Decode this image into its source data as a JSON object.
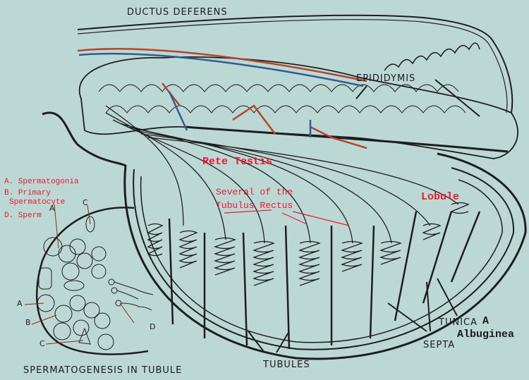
{
  "diagram": {
    "labels": {
      "ductus_deferens": "DUCTUS DEFERENS",
      "epididymis": "EPIDIDYMIS",
      "tubules": "TUBULES",
      "septa": "SEPTA",
      "tunica": "TUNICA",
      "spermatogenesis": "SPERMATOGENESIS IN TUBULE",
      "letter_a": "A",
      "letter_b": "B",
      "letter_c": "C",
      "letter_d": "D"
    },
    "annotations": {
      "rete_testis": "Rete Testis",
      "several_of_the": "Several of the",
      "tubulus_rectus": "Tubulus Rectus",
      "lobule": "Lobule",
      "tunica_a": "A",
      "albuginea": "Albuginea"
    },
    "legend": {
      "a": "A. Spermatogonia",
      "b1": "B. Primary",
      "b2": "Spermatocyte",
      "d": "D. Sperm"
    },
    "colors": {
      "background": "#bcd8d5",
      "annotation": "#f0182e",
      "artery": "#b5442a",
      "vein": "#2f5d8f"
    }
  }
}
